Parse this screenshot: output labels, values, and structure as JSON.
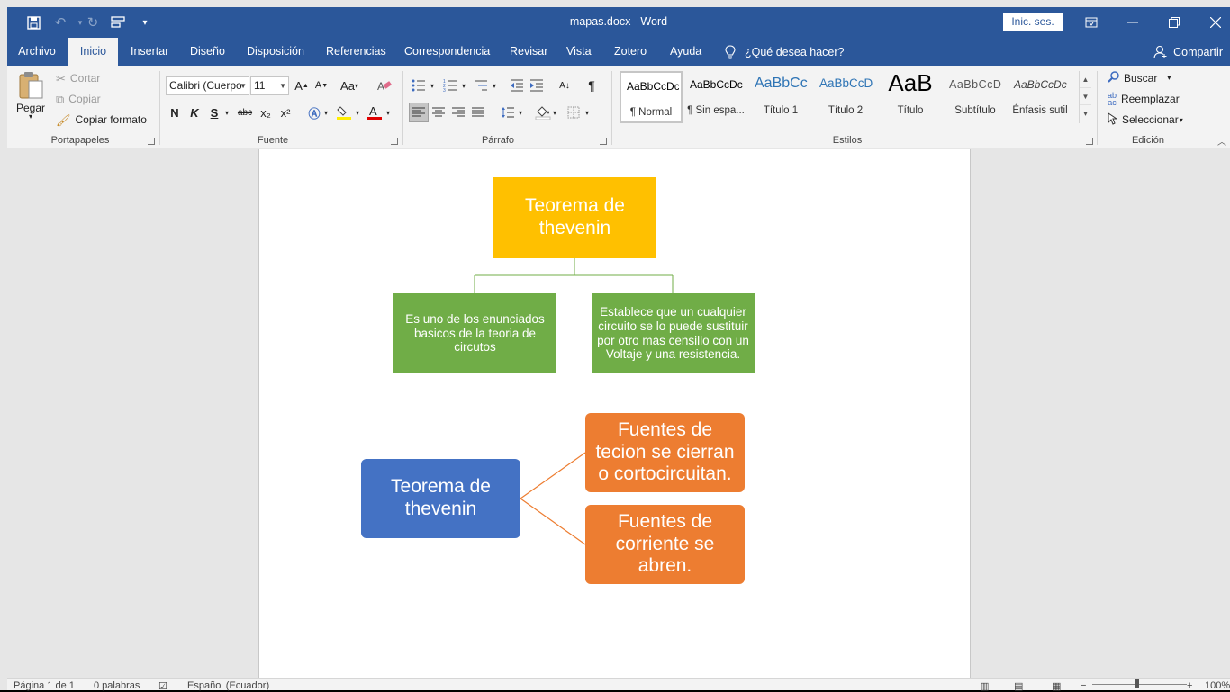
{
  "window": {
    "title": "mapas.docx  -  Word",
    "sign_in_label": "Inic. ses.",
    "colors": {
      "accent": "#2b579a",
      "ribbon_bg": "#f3f3f3"
    }
  },
  "tabs": [
    {
      "label": "Archivo"
    },
    {
      "label": "Inicio",
      "active": true
    },
    {
      "label": "Insertar"
    },
    {
      "label": "Diseño"
    },
    {
      "label": "Disposición"
    },
    {
      "label": "Referencias"
    },
    {
      "label": "Correspondencia"
    },
    {
      "label": "Revisar"
    },
    {
      "label": "Vista"
    },
    {
      "label": "Zotero"
    },
    {
      "label": "Ayuda"
    }
  ],
  "tell_me": "¿Qué desea hacer?",
  "share_label": "Compartir",
  "ribbon": {
    "clipboard": {
      "label": "Portapapeles",
      "paste": "Pegar",
      "cut": "Cortar",
      "copy": "Copiar",
      "format_painter": "Copiar formato"
    },
    "font": {
      "label": "Fuente",
      "font_name": "Calibri (Cuerpo",
      "font_size": "11",
      "case_label": "Aa",
      "bold": "N",
      "italic": "K",
      "underline": "S",
      "strike": "abc",
      "subscript": "x₂",
      "superscript": "x²"
    },
    "paragraph": {
      "label": "Párrafo"
    },
    "styles": {
      "label": "Estilos",
      "items": [
        {
          "preview": "AaBbCcDc",
          "name": "¶ Normal",
          "selected": true,
          "color": "#000000"
        },
        {
          "preview": "AaBbCcDc",
          "name": "¶ Sin espa...",
          "color": "#000000"
        },
        {
          "preview": "AaBbCc",
          "name": "Título 1",
          "color": "#2e74b5"
        },
        {
          "preview": "AaBbCcD",
          "name": "Título 2",
          "color": "#2e74b5"
        },
        {
          "preview": "AaB",
          "name": "Título",
          "color": "#000000"
        },
        {
          "preview": "AaBbCcD",
          "name": "Subtítulo",
          "color": "#595959"
        },
        {
          "preview": "AaBbCcDc",
          "name": "Énfasis sutil",
          "color": "#404040"
        }
      ]
    },
    "editing": {
      "label": "Edición",
      "find": "Buscar",
      "replace": "Reemplazar",
      "select": "Seleccionar"
    }
  },
  "document": {
    "diagram1": {
      "root": "Teorema de thevenin",
      "children": [
        "Es uno de los enunciados basicos de la teoria de circutos",
        "Establece que un cualquier circuito se lo puede sustituir por otro mas censillo con un Voltaje y una resistencia."
      ],
      "colors": {
        "root": "#ffc000",
        "children": "#70ad47",
        "connector": "#70ad47"
      }
    },
    "diagram2": {
      "root": "Teorema de thevenin",
      "children": [
        "Fuentes de tecion se cierran o cortocircuitan.",
        "Fuentes de corriente se abren."
      ],
      "colors": {
        "root": "#4472c4",
        "children": "#ed7d31",
        "connector": "#ed7d31"
      }
    }
  },
  "status": {
    "page": "Página 1 de 1",
    "words": "0 palabras",
    "language": "Español (Ecuador)",
    "zoom": "100%"
  }
}
